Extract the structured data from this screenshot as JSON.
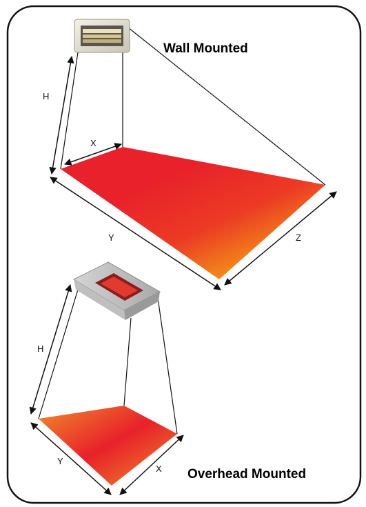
{
  "wall": {
    "title": "Wall Mounted",
    "labels": {
      "h": "H",
      "x": "X",
      "y": "Y",
      "z": "Z"
    }
  },
  "overhead": {
    "title": "Overhead Mounted",
    "labels": {
      "h": "H",
      "y": "Y",
      "x": "X"
    }
  },
  "colors": {
    "border": "#111111",
    "heat_red": "#e8212a",
    "heat_yellow": "#f7b812",
    "heat_orange": "#ee6428"
  },
  "icons": [
    "wall-heater-icon",
    "overhead-heater-icon"
  ]
}
